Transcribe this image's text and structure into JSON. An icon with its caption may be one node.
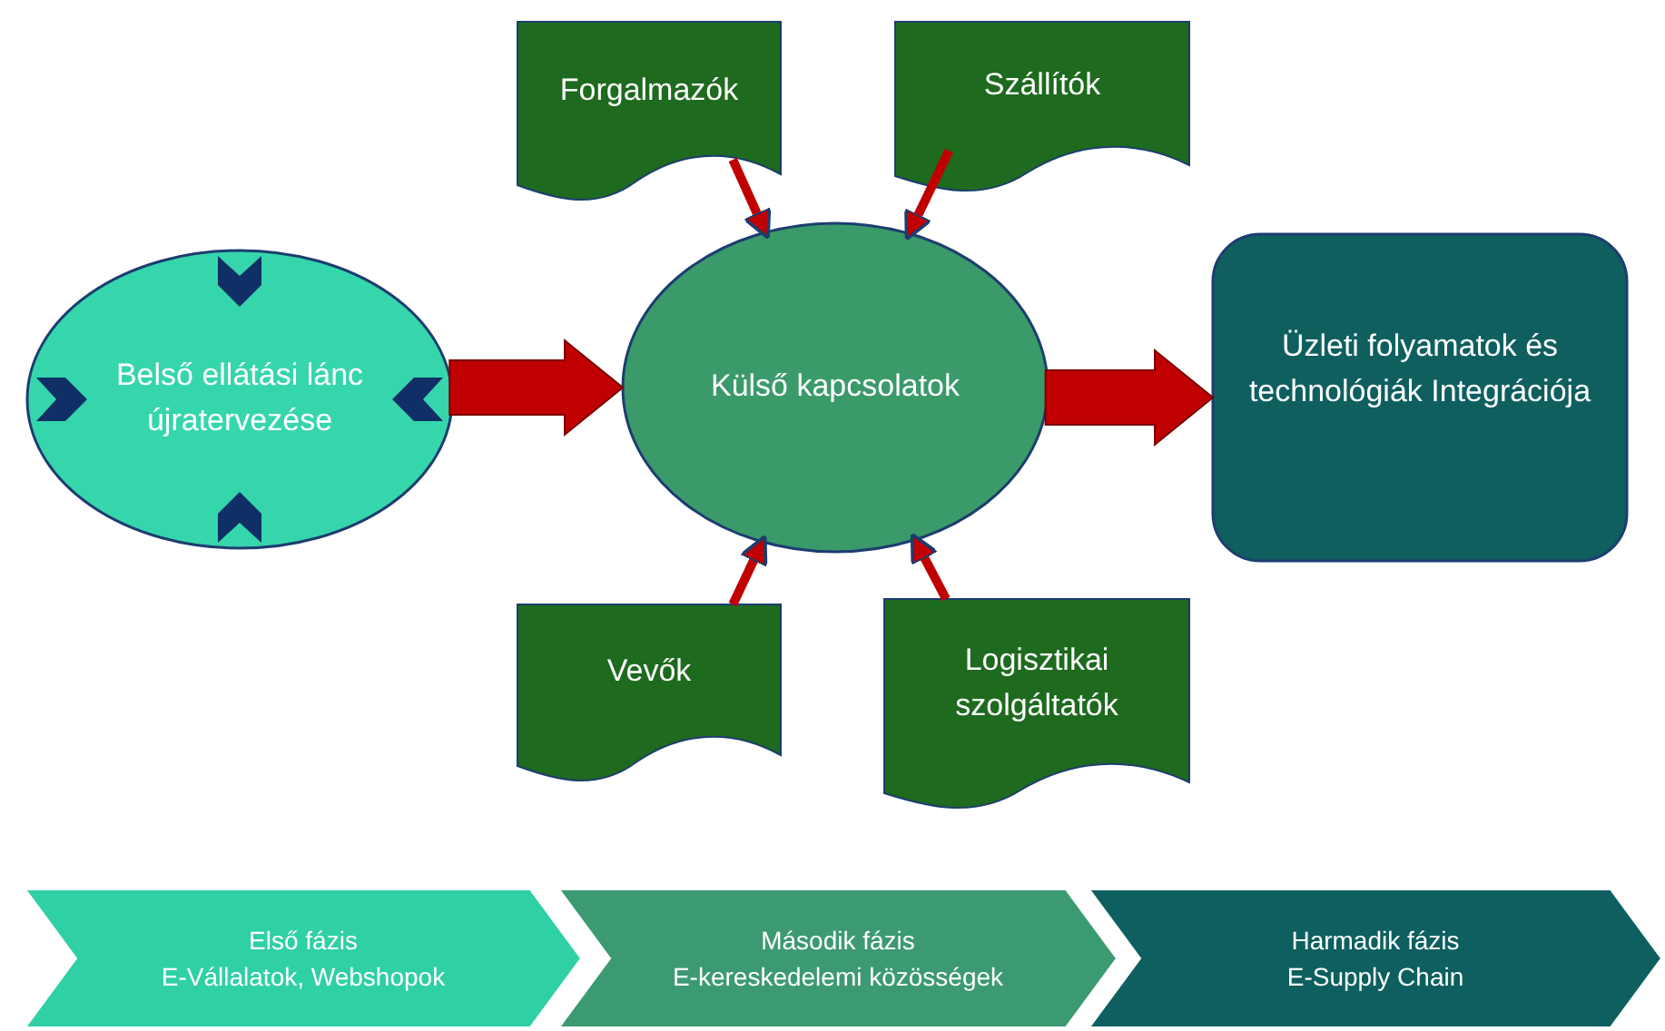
{
  "diagram": {
    "nodes": [
      {
        "text": [
          "Belső ellátási lánc újratervezése"
        ]
      },
      {
        "text": [
          "Külső kapcsolatok"
        ]
      },
      {
        "text": [
          "Üzleti folyamatok és technológiák Integrációja"
        ]
      },
      {
        "text": [
          "Forgalmazók"
        ]
      },
      {
        "text": [
          "Szállítók"
        ]
      },
      {
        "text": [
          "Vevők"
        ]
      },
      {
        "text": [
          "Logisztikai szolgáltatók"
        ]
      },
      {
        "text": [
          "Első fázis",
          "E-Vállalatok, Webshopok"
        ]
      },
      {
        "text": [
          "Második fázis",
          "E-kereskedelemi közösségek"
        ]
      },
      {
        "text": [
          "Harmadik fázis",
          "E-Supply Chain"
        ]
      }
    ],
    "edges": [
      {
        "from": 0,
        "to": 1,
        "arrow": "to",
        "style": "thick"
      },
      {
        "from": 1,
        "to": 2,
        "arrow": "to",
        "style": "thick"
      },
      {
        "from": 3,
        "to": 1,
        "arrow": "to"
      },
      {
        "from": 4,
        "to": 1,
        "arrow": "to"
      },
      {
        "from": 5,
        "to": 1,
        "arrow": "to"
      },
      {
        "from": 6,
        "to": 1,
        "arrow": "to"
      }
    ]
  }
}
